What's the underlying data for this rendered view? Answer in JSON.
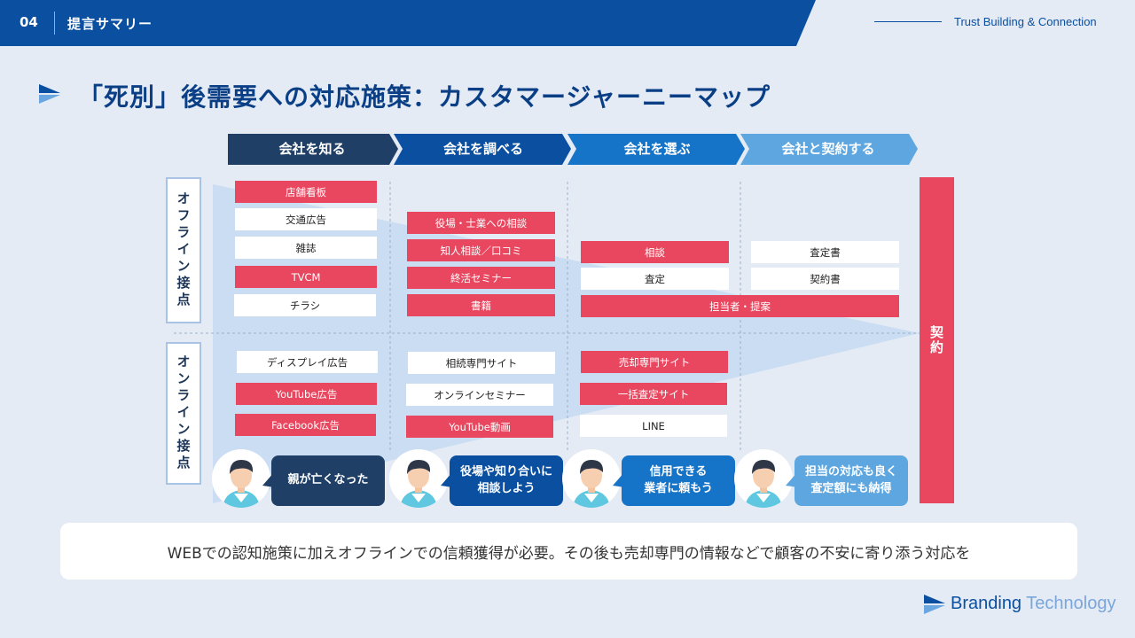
{
  "header": {
    "number": "04",
    "section": "提言サマリー",
    "tagline": "Trust Building & Connection"
  },
  "title": "「死別」後需要への対応施策：カスタマージャーニーマップ",
  "stages": [
    "会社を知る",
    "会社を調べる",
    "会社を選ぶ",
    "会社と契約する"
  ],
  "row_labels": {
    "offline": "オフライン接点",
    "online": "オンライン接点"
  },
  "touchpoints": {
    "know_offline": [
      "店舗看板",
      "交通広告",
      "雑誌",
      "TVCM",
      "チラシ"
    ],
    "know_online": [
      "ディスプレイ広告",
      "YouTube広告",
      "Facebook広告"
    ],
    "research_offline": [
      "役場・士業への相談",
      "知人相談／口コミ",
      "終活セミナー",
      "書籍"
    ],
    "research_online": [
      "相続専門サイト",
      "オンラインセミナー",
      "YouTube動画"
    ],
    "choose_offline": [
      "相談",
      "査定"
    ],
    "choose_online": [
      "売却専門サイト",
      "一括査定サイト",
      "LINE"
    ],
    "contract_offline": [
      "査定書",
      "契約書"
    ],
    "shared": "担当者・提案"
  },
  "contract_label": "契約",
  "personas": [
    {
      "text": "親が亡くなった",
      "color": "#1f3f66"
    },
    {
      "text": "役場や知り合いに\n相談しよう",
      "color": "#0a4fa0"
    },
    {
      "text": "信用できる\n業者に頼もう",
      "color": "#1573c8"
    },
    {
      "text": "担当の対応も良く\n査定額にも納得",
      "color": "#5ea6df"
    }
  ],
  "message": "WEBでの認知施策に加えオフラインでの信頼獲得が必要。その後も売却専門の情報などで顧客の不安に寄り添う対応を",
  "logo": {
    "word1": "Branding",
    "word2": "Technology"
  },
  "colors": {
    "header": "#0a4fa0",
    "red": "#e8475f",
    "stage1": "#1f3f66",
    "stage2": "#0a4fa0",
    "stage3": "#1573c8",
    "stage4": "#5ea6df"
  }
}
